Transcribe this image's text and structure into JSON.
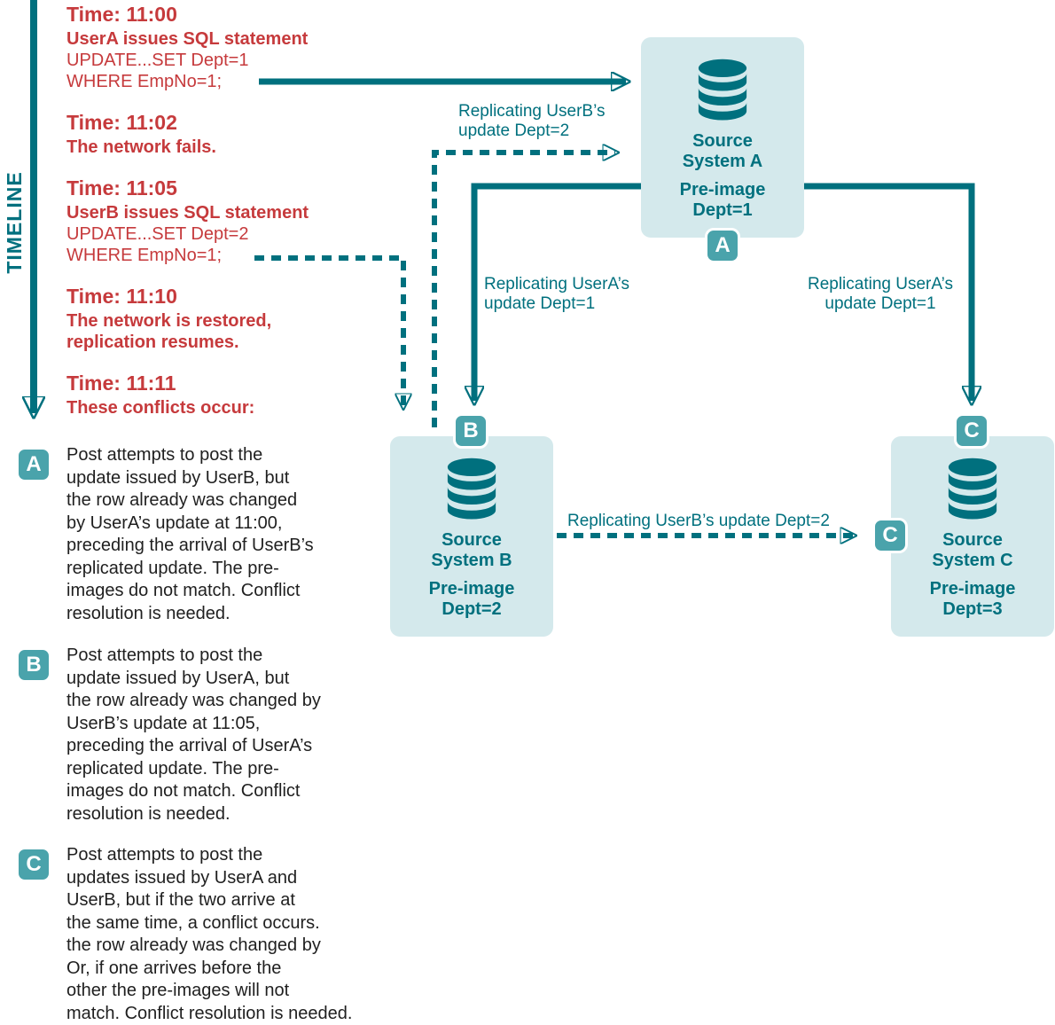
{
  "colors": {
    "teal": "#00707e",
    "badge_teal": "#4aa3ab",
    "box_bg": "#d4e9ec",
    "red": "#c63a3c",
    "ink": "#1f1f1f"
  },
  "timeline": {
    "label": "TIMELINE",
    "events": [
      {
        "time": "Time: 11:00",
        "bold_lines": [
          "UserA issues SQL statement"
        ],
        "plain_lines": [
          "UPDATE...SET Dept=1",
          "WHERE EmpNo=1;"
        ]
      },
      {
        "time": "Time: 11:02",
        "bold_lines": [
          "The network fails."
        ],
        "plain_lines": []
      },
      {
        "time": "Time: 11:05",
        "bold_lines": [
          "UserB issues SQL statement"
        ],
        "plain_lines": [
          "UPDATE...SET Dept=2",
          "WHERE EmpNo=1;"
        ]
      },
      {
        "time": "Time: 11:10",
        "bold_lines": [
          "The network is restored,",
          "replication resumes."
        ],
        "plain_lines": []
      },
      {
        "time": "Time: 11:11",
        "bold_lines": [
          "These conflicts occur:"
        ],
        "plain_lines": []
      }
    ]
  },
  "conflicts": [
    {
      "badge": "A",
      "lines": [
        "Post attempts to post the",
        "update issued by UserB, but",
        "the row already was changed",
        "by UserA’s update at 11:00,",
        "preceding the arrival of UserB’s",
        "replicated update. The pre-",
        "images do not match. Conflict",
        "resolution is needed."
      ]
    },
    {
      "badge": "B",
      "lines": [
        "Post attempts to post the",
        "update issued by UserA, but",
        "the row already was changed by",
        "UserB’s update at 11:05,",
        "preceding the arrival of UserA’s",
        "replicated update. The pre-",
        "images do not match. Conflict",
        "resolution is needed."
      ]
    },
    {
      "badge": "C",
      "lines": [
        "Post attempts to post the",
        "updates issued by UserA and",
        "UserB, but if the two arrive at",
        "the same time, a conflict occurs.",
        "the row already was changed by",
        "Or, if one arrives before the",
        "other the  pre-images will not",
        "match. Conflict resolution is needed."
      ]
    }
  ],
  "systems": [
    {
      "badge": "A",
      "name": [
        "Source",
        "System A"
      ],
      "preimage": [
        "Pre-image",
        "Dept=1"
      ]
    },
    {
      "badge": "B",
      "name": [
        "Source",
        "System B"
      ],
      "preimage": [
        "Pre-image",
        "Dept=2"
      ]
    },
    {
      "badge": "C",
      "name": [
        "Source",
        "System C"
      ],
      "preimage": [
        "Pre-image",
        "Dept=3"
      ]
    }
  ],
  "replication_badge": "C",
  "arrow_labels": {
    "userb_to_a": [
      "Replicating UserB’s",
      "update Dept=2"
    ],
    "usera_to_b": [
      "Replicating UserA’s",
      "update Dept=1"
    ],
    "usera_to_c": [
      "Replicating UserA’s",
      "update Dept=1"
    ],
    "userb_to_c": [
      "Replicating UserB’s update Dept=2"
    ]
  }
}
